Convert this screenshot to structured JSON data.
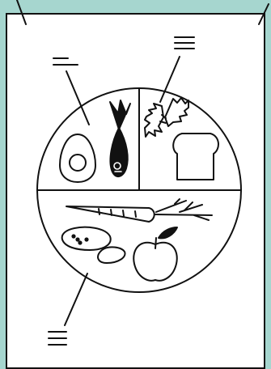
{
  "colors": {
    "background": "#a6d6cf",
    "sheet": "#ffffff",
    "ink": "#111111"
  },
  "icons": {
    "plate": "divided-plate-icon",
    "egg": "boiled-egg-icon",
    "fish": "fish-icon",
    "pasta": "bowtie-pasta-icon",
    "bread": "bread-slice-icon",
    "carrot": "carrot-icon",
    "potato_large": "potato-icon",
    "potato_small": "small-potato-icon",
    "apple": "apple-icon"
  },
  "labels": {
    "protein": "placeholder-lines",
    "carbs": "placeholder-lines",
    "produce": "placeholder-lines"
  }
}
